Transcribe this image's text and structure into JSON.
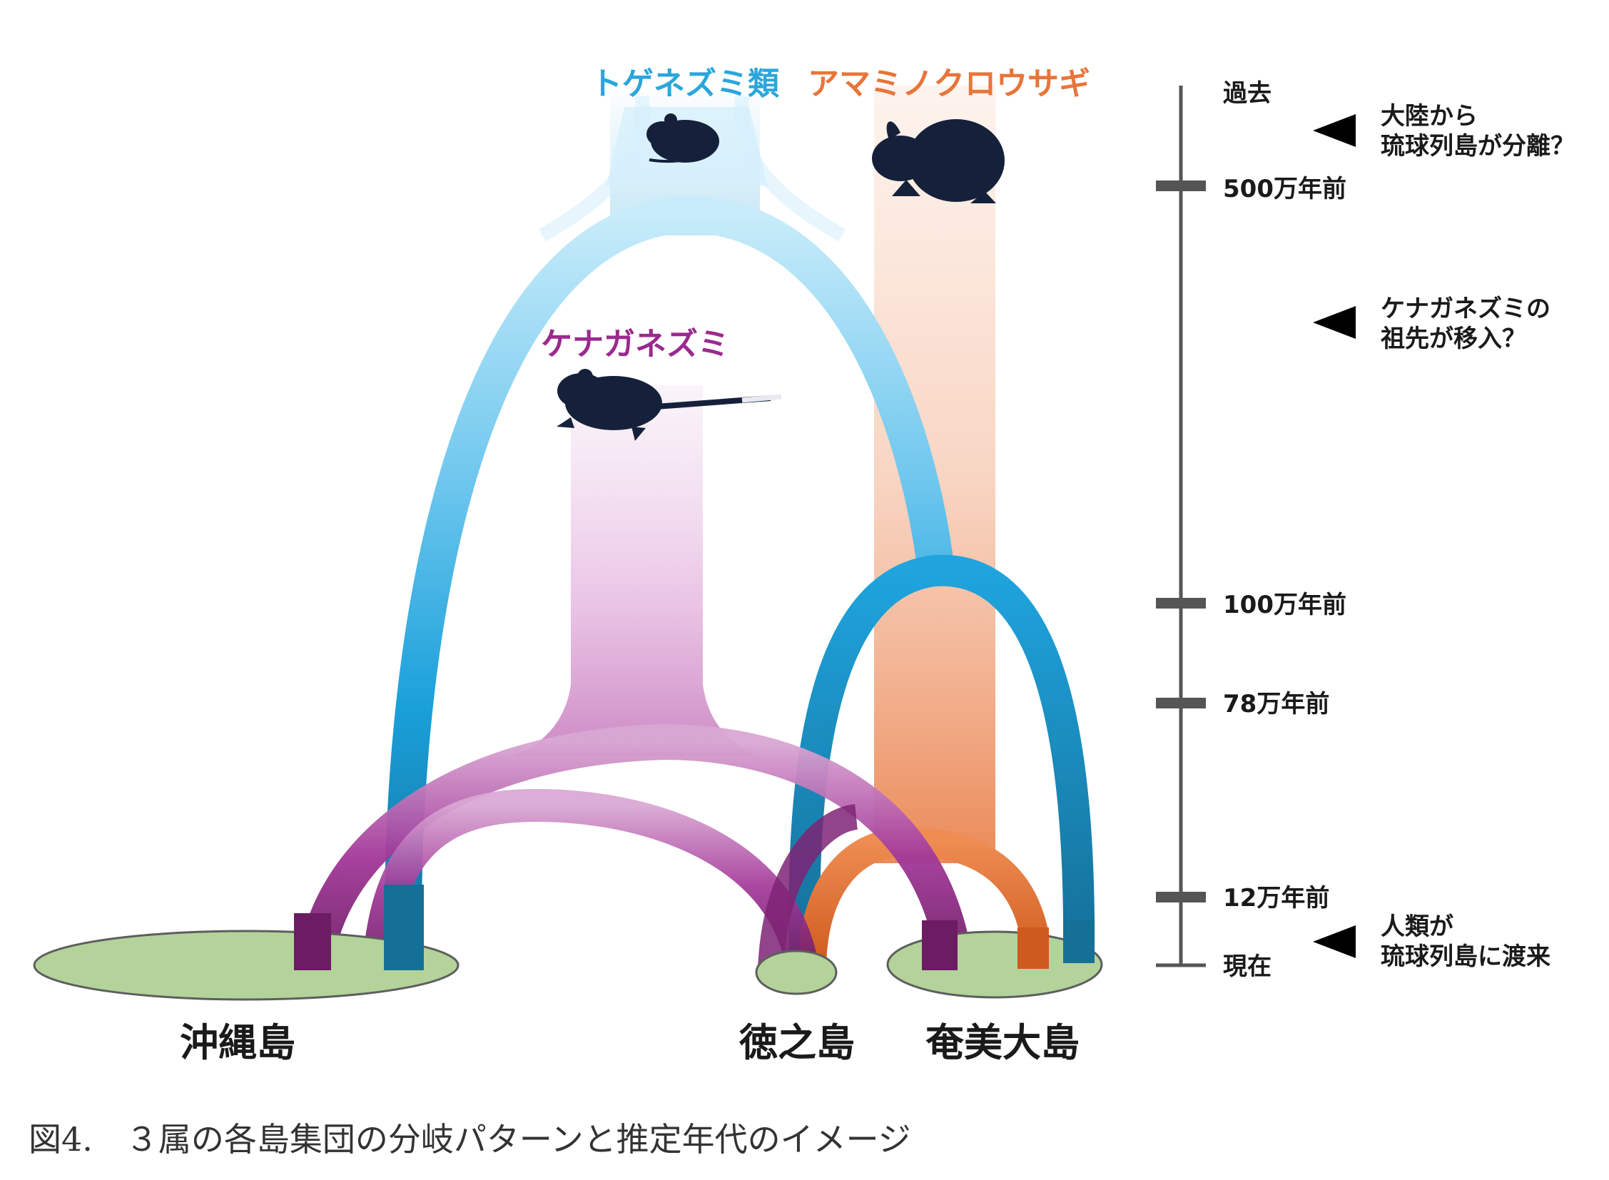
{
  "species": {
    "togenezumi": {
      "label": "トゲネズミ類",
      "color": "#2aa6dc"
    },
    "amami_rabbit": {
      "label": "アマミノクロウサギ",
      "color": "#e8753a"
    },
    "kenaga": {
      "label": "ケナガネズミ",
      "color": "#9b2a8e"
    }
  },
  "islands": {
    "okinawa": "沖縄島",
    "tokunoshima": "徳之島",
    "amami": "奄美大島"
  },
  "timeline": {
    "ticks": [
      {
        "label": "過去"
      },
      {
        "label": "500万年前"
      },
      {
        "label": "100万年前"
      },
      {
        "label": "78万年前"
      },
      {
        "label": "12万年前"
      },
      {
        "label": "現在"
      }
    ],
    "events": [
      {
        "line1": "大陸から",
        "line2": "琉球列島が分離？"
      },
      {
        "line1": "ケナガネズミの",
        "line2": "祖先が移入？"
      },
      {
        "line1": "人類が",
        "line2": "琉球列島に渡来"
      }
    ]
  },
  "caption": "図4.　３属の各島集団の分岐パターンと推定年代のイメージ",
  "colors": {
    "island_fill": "#b3d39a",
    "island_stroke": "#5e5e5e",
    "axis": "#555555",
    "silhouette": "#15213a",
    "text": "#1a1a1a"
  }
}
